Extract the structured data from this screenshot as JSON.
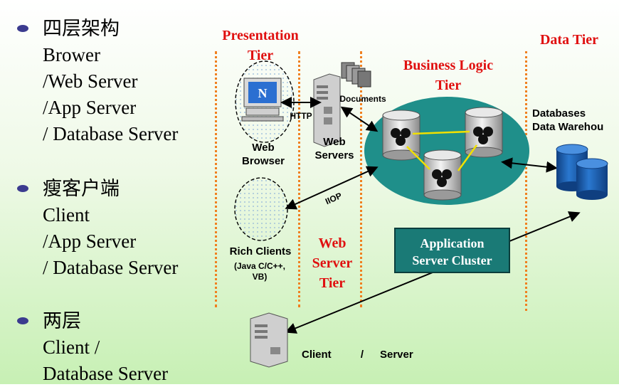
{
  "bullets": [
    {
      "lines": [
        "四层架构",
        "Brower",
        "/Web Server",
        "/App Server",
        "/ Database Server"
      ]
    },
    {
      "lines": [
        "瘦客户端",
        "Client",
        "/App Server",
        "/ Database Server"
      ]
    },
    {
      "lines": [
        "两层",
        "Client  /",
        "Database Server"
      ]
    }
  ],
  "tiers": {
    "presentation": [
      "Presentation",
      "Tier"
    ],
    "business": [
      "Business Logic",
      "Tier"
    ],
    "data": "Data Tier",
    "web_server": [
      "Web",
      "Server",
      "Tier"
    ]
  },
  "labels": {
    "web_browser": [
      "Web",
      "Browser"
    ],
    "web_servers": [
      "Web",
      "Servers"
    ],
    "documents": "Documents",
    "http": "HTTP",
    "iiop": "IIOP",
    "rich_clients": "Rich Clients",
    "rich_clients_sub": [
      "(Java C/C++,",
      "VB)"
    ],
    "databases": [
      "Databases",
      "Data Warehou"
    ],
    "client": "Client",
    "slash": "/",
    "server": "Server"
  },
  "cluster": [
    "Application",
    "Server Cluster"
  ],
  "colors": {
    "tier_label": "#e01010",
    "tier_divider": "#f08020",
    "business_ellipse": "#1f8f8a",
    "cluster_box": "#1a7a76",
    "cylinder": "#1b5fb3",
    "link_yellow": "#f0e000"
  }
}
